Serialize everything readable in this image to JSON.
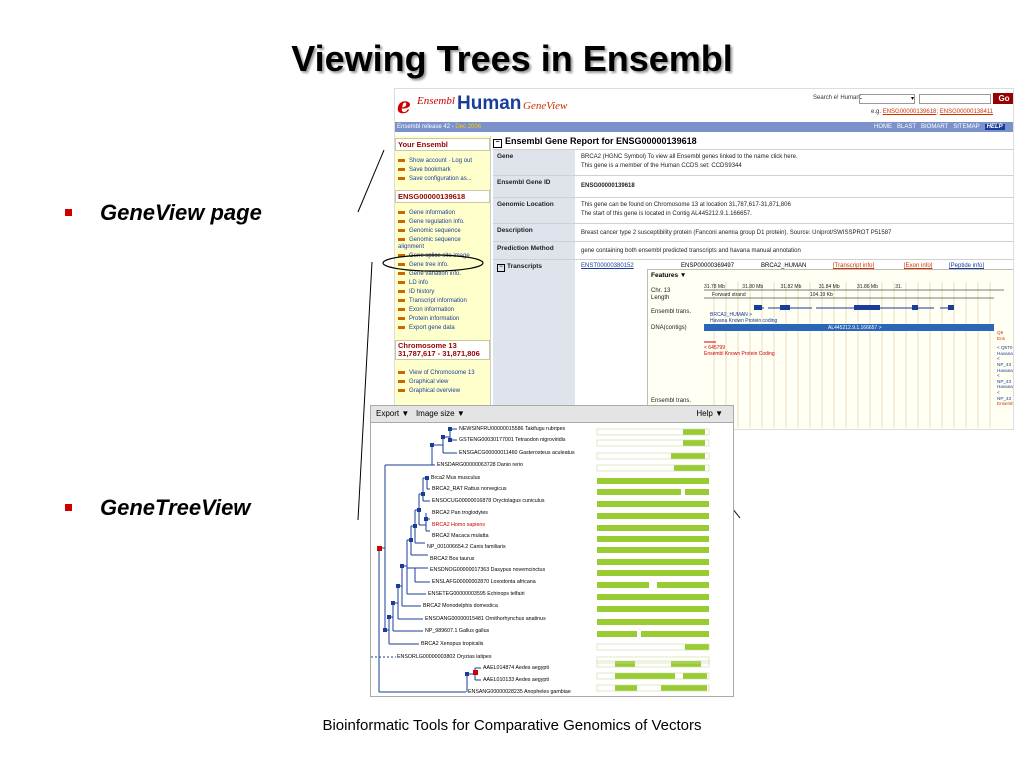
{
  "slide": {
    "title": "Viewing Trees in Ensembl",
    "bullets": [
      "GeneView page",
      "GeneTreeView"
    ],
    "footer": "Bioinformatic Tools for Comparative Genomics of Vectors"
  },
  "ensembl": {
    "logo": {
      "e": "e",
      "ensembl": "Ensembl",
      "species": "Human",
      "view": "GeneView"
    },
    "search": {
      "label": "Search e! Human:",
      "option": "-",
      "go": "Go",
      "example_prefix": "e.g.",
      "example1": "ENSG00000139618",
      "example2": "ENSG00000138411"
    },
    "release": {
      "prefix": "Ensembl release 42 -",
      "date": "Dec 2006"
    },
    "nav": [
      "HOME",
      "BLAST",
      "BIOMART",
      "SITEMAP",
      "HELP"
    ],
    "sidebar": {
      "your_ensembl": "Your Ensembl",
      "account_items": [
        "Show account · Log out",
        "Save bookmark",
        "Save configuration as..."
      ],
      "gene_id": "ENSG00000139618",
      "gene_items": [
        "Gene information",
        "Gene regulation info.",
        "Genomic sequence",
        "Genomic sequence alignment",
        "Gene splice site image",
        "Gene tree info.",
        "Gene variation info.",
        "LD info",
        "ID history",
        "Transcript information",
        "Exon information",
        "Protein information",
        "Export gene data"
      ],
      "chromosome": "Chromosome 13",
      "range": "31,787,617 - 31,871,806",
      "chrom_items": [
        "View of Chromosome 13",
        "Graphical view",
        "Graphical overview"
      ]
    },
    "report": {
      "title": "Ensembl Gene Report for ENSG00000139618",
      "rows": [
        {
          "label": "Gene",
          "lines": [
            "BRCA2 (HGNC Symbol)   To view all Ensembl genes linked to the name click here.",
            "This gene is a member of the Human CCDS set: CCDS9344"
          ]
        },
        {
          "label": "Ensembl Gene ID",
          "lines": [
            "ENSG00000139618"
          ]
        },
        {
          "label": "Genomic Location",
          "lines": [
            "This gene can be found on Chromosome 13 at location 31,787,617-31,871,806",
            "The start of this gene is located in Contig AL445212.9.1.166657."
          ]
        },
        {
          "label": "Description",
          "lines": [
            "Breast cancer type 2 susceptibility protein (Fanconi anemia group D1 protein). Source: Uniprot/SWISSPROT P51587"
          ]
        },
        {
          "label": "Prediction Method",
          "lines": [
            "gene containing both ensembl predicted transcripts and havana manual annotation"
          ]
        },
        {
          "label": "Transcripts",
          "lines": []
        }
      ],
      "transcripts": {
        "id": "ENST00000380152",
        "peptide": "ENSP00000369497",
        "name": "BRCA2_HUMAN",
        "links": [
          "[Transcript info]",
          "[Exon info]",
          "[Peptide info]"
        ]
      }
    },
    "features": {
      "menu": "Features ▼",
      "labels": [
        "Chr. 13",
        "Length",
        "Ensembl trans.",
        "DNA(contigs)",
        "Ensembl trans."
      ],
      "ticks": [
        "31.78 Mb",
        "31.80 Mb",
        "31.82 Mb",
        "31.84 Mb",
        "31.86 Mb",
        "31."
      ],
      "strand": "Forward strand",
      "length": "104.19 Kb",
      "track1": "BRCA2_HUMAN >",
      "track1b": "Havana Known Protein coding",
      "contig": "AL445212.9.1.166657 >",
      "rev": "< 645799",
      "rev_b": "Ensembl Known Protein Coding",
      "right_labels": [
        "Q9",
        "Ens",
        "< Q5T0",
        "Havana",
        "< NP_43",
        "Havana",
        "< NP_43",
        "Havana",
        "< NP_43",
        "Ensemb"
      ]
    }
  },
  "tree": {
    "export": "Export ▼",
    "image_size": "Image size ▼",
    "help": "Help ▼",
    "leaves": [
      {
        "label": "NEWSINFRU00000015586 Takifugu rubripes",
        "red": false
      },
      {
        "label": "GSTENG00030177001 Tetraodon nigroviridis",
        "red": false
      },
      {
        "label": "ENSGACG00000011460 Gasterosteus aculeatus",
        "red": false
      },
      {
        "label": "ENSDARG00000063728 Danio rerio",
        "red": false
      },
      {
        "label": "Brca2 Mus musculus",
        "red": false
      },
      {
        "label": "BRCA2_RAT Rattus norvegicus",
        "red": false
      },
      {
        "label": "ENSOCUG00000016878 Oryctolagus cuniculus",
        "red": false
      },
      {
        "label": "BRCA2 Pan troglodytes",
        "red": false
      },
      {
        "label": "BRCA2 Homo sapiens",
        "red": true
      },
      {
        "label": "BRCA2 Macaca mulatta",
        "red": false
      },
      {
        "label": "NP_001006654.2 Canis familiaris",
        "red": false
      },
      {
        "label": "BRCA2 Bos taurus",
        "red": false
      },
      {
        "label": "ENSDNOG00000017363 Dasypus novemcinctus",
        "red": false
      },
      {
        "label": "ENSLAFG00000002870 Loxodonta africana",
        "red": false
      },
      {
        "label": "ENSETEG00000003595 Echinops telfairi",
        "red": false
      },
      {
        "label": "BRCA2 Monodelphis domestica",
        "red": false
      },
      {
        "label": "ENSOANG00000015481 Ornithorhynchus anatinus",
        "red": false
      },
      {
        "label": "NP_989607.1 Gallus gallus",
        "red": false
      },
      {
        "label": "BRCA2 Xenopus tropicalis",
        "red": false
      },
      {
        "label": "ENSORLG00000003802 Oryzias latipes",
        "red": false
      },
      {
        "label": "AAEL014874 Aedes aegypti",
        "red": false
      },
      {
        "label": "AAEL010133 Aedes aegypti",
        "red": false
      },
      {
        "label": "ENSANG00000028235 Anopheles gambiae",
        "red": false
      }
    ]
  }
}
